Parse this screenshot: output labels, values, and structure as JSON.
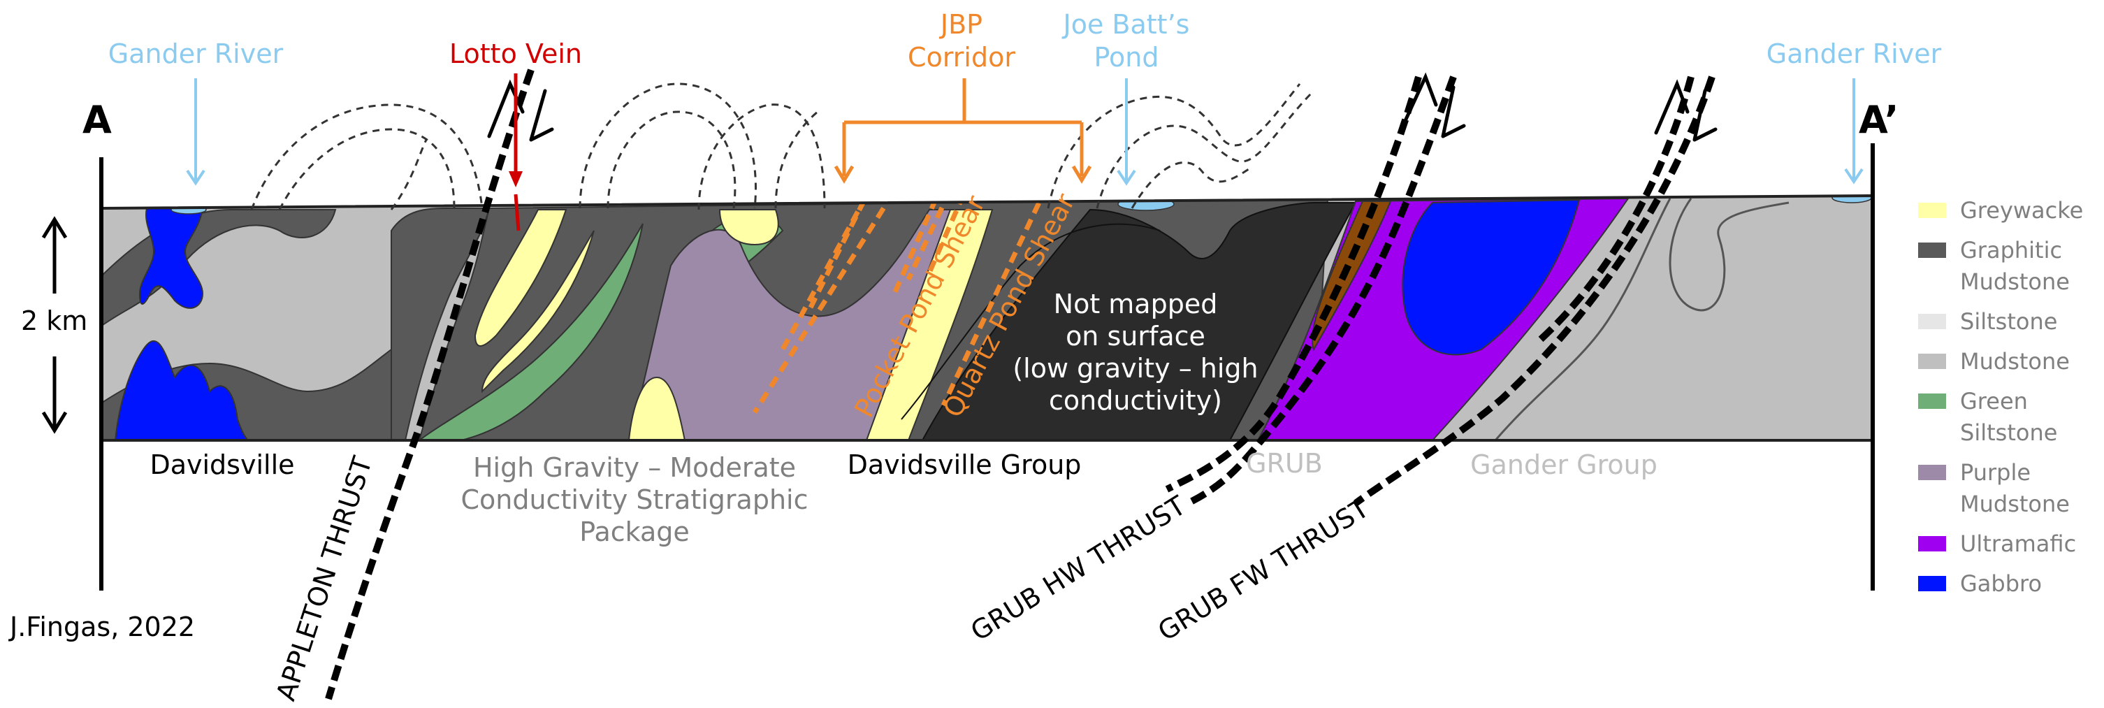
{
  "section": {
    "start_label": "A",
    "end_label": "A’",
    "scale_label": "2 km",
    "credit": "J.Fingas, 2022"
  },
  "features": {
    "gander_river_left": "Gander River",
    "gander_river_right": "Gander River",
    "lotto_vein": "Lotto Vein",
    "jbp_corridor_line1": "JBP",
    "jbp_corridor_line2": "Corridor",
    "joe_batts_line1": "Joe Batt’s",
    "joe_batts_line2": "Pond"
  },
  "units": {
    "davidsville_left": "Davidsville",
    "high_gravity_line1": "High Gravity – Moderate",
    "high_gravity_line2": "Conductivity Stratigraphic",
    "high_gravity_line3": "Package",
    "davidsville_group": "Davidsville Group",
    "grub": "GRUB",
    "gander_group": "Gander Group",
    "not_mapped_line1": "Not mapped",
    "not_mapped_line2": "on surface",
    "not_mapped_line3": "(low gravity – high",
    "not_mapped_line4": "conductivity)"
  },
  "structures": {
    "appleton_thrust": "APPLETON THRUST",
    "grub_hw_thrust": "GRUB HW THRUST",
    "grub_fw_thrust": "GRUB FW THRUST",
    "pocket_pond_shear": "Pocket Pond Shear",
    "quartz_pond_shear": "Quartz Pond Shear"
  },
  "legend": [
    {
      "label_lines": [
        "Greywacke"
      ],
      "color": "#FFFFA8"
    },
    {
      "label_lines": [
        "Graphitic",
        "Mudstone"
      ],
      "color": "#595959"
    },
    {
      "label_lines": [
        "Siltstone"
      ],
      "color": "#E6E6E6"
    },
    {
      "label_lines": [
        "Mudstone"
      ],
      "color": "#BFBFBF"
    },
    {
      "label_lines": [
        "Green",
        "Siltstone"
      ],
      "color": "#6FAE77"
    },
    {
      "label_lines": [
        "Purple",
        "Mudstone"
      ],
      "color": "#9C8AA8"
    },
    {
      "label_lines": [
        "Ultramafic"
      ],
      "color": "#A000F0"
    },
    {
      "label_lines": [
        "Gabbro"
      ],
      "color": "#0014FF"
    }
  ],
  "colors": {
    "water_label": "#8CCBF0",
    "lotto": "#D10000",
    "shear": "#F0882B",
    "grey_label": "#A6A6A6",
    "dark_grey": "#7F7F7F",
    "very_dark": "#2B2B2B",
    "brown": "#8B4A0A"
  }
}
